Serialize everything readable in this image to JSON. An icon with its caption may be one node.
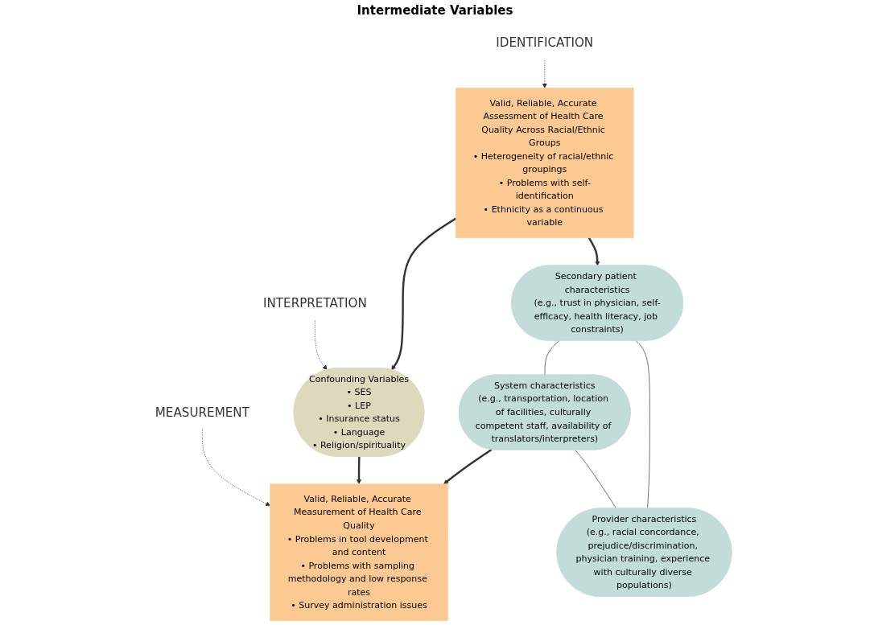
{
  "diagram": {
    "nodes": [
      {
        "text": [
          "IDENTIFICATION"
        ]
      },
      {
        "text": [
          "INTERPRETATION"
        ]
      },
      {
        "text": [
          "MEASUREMENT"
        ]
      },
      {
        "text": [
          "Valid, Reliable, Accurate Assessment of Health Care Quality Across Racial/Ethnic Groups",
          "• Heterogeneity of racial/ethnic groupings",
          "• Problems with self-identification",
          "• Ethnicity as a continuous variable"
        ]
      },
      {
        "text": [
          "Confounding Variables",
          "• SES",
          "• LEP",
          "• Insurance status",
          "• Language",
          "• Religion/spirituality"
        ]
      },
      {
        "text": [
          "Valid, Reliable, Accurate Measurement of Health Care Quality",
          "• Problems in tool development and content",
          "• Problems with sampling methodology and low response rates",
          "• Survey administration issues"
        ]
      },
      {
        "text": [
          "Secondary patient characteristics",
          "(e.g., trust in physician, self-efficacy, health literacy, job constraints)"
        ]
      },
      {
        "text": [
          "System characteristics",
          "(e.g., transportation, location of facilities, culturally competent staff, availability of translators/interpreters)"
        ]
      },
      {
        "text": [
          "Provider characteristics",
          "(e.g., racial concordance, prejudice/discrimination, physician training, experience with culturally diverse populations)"
        ]
      }
    ],
    "edges": [
      {
        "from": 0,
        "to": 3,
        "arrow": "to",
        "style": "dashed"
      },
      {
        "from": 1,
        "to": 4,
        "arrow": "to",
        "style": "dashed"
      },
      {
        "from": 2,
        "to": 5,
        "arrow": "to",
        "style": "dashed"
      },
      {
        "from": 3,
        "to": 4,
        "arrow": "to",
        "style": "thick"
      },
      {
        "from": 4,
        "to": 5,
        "arrow": "to",
        "style": "thick"
      },
      {
        "from": 3,
        "to": 6,
        "arrow": "to",
        "style": "thick"
      },
      {
        "from": 7,
        "to": 5,
        "arrow": "to",
        "style": "thick"
      },
      {
        "from": 6,
        "to": 7,
        "arrow": "none"
      },
      {
        "from": 6,
        "to": 8,
        "arrow": "none"
      },
      {
        "from": 7,
        "to": 8,
        "arrow": "none"
      }
    ],
    "labels": [
      "Intermediate Variables"
    ]
  }
}
